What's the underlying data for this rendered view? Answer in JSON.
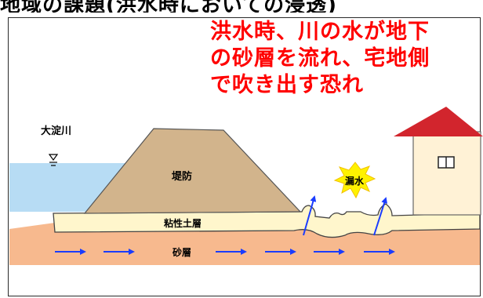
{
  "header_text": "地域の課題(洪水時においての浸透)",
  "callout": {
    "line1": "洪水時、川の水が地下",
    "line2": "の砂層を流れ、宅地側",
    "line3": "で吹き出す恐れ"
  },
  "labels": {
    "river": "大淀川",
    "levee": "堤防",
    "clay_layer": "粘性土層",
    "sand_layer": "砂層",
    "leak": "漏水"
  },
  "colors": {
    "callout_text": "#ff0000",
    "water": "#b7dcf4",
    "levee": "#d2b48c",
    "clay": "#fff6cc",
    "sand": "#f7b98e",
    "arrow": "#1a3cff",
    "roof": "#d2252d",
    "house_wall": "#fff2d6",
    "burst": "#fff200"
  },
  "icons": {
    "water_level": "water-level-triangle-icon",
    "burst": "starburst-icon",
    "house": "house-icon",
    "window": "window-icon"
  }
}
